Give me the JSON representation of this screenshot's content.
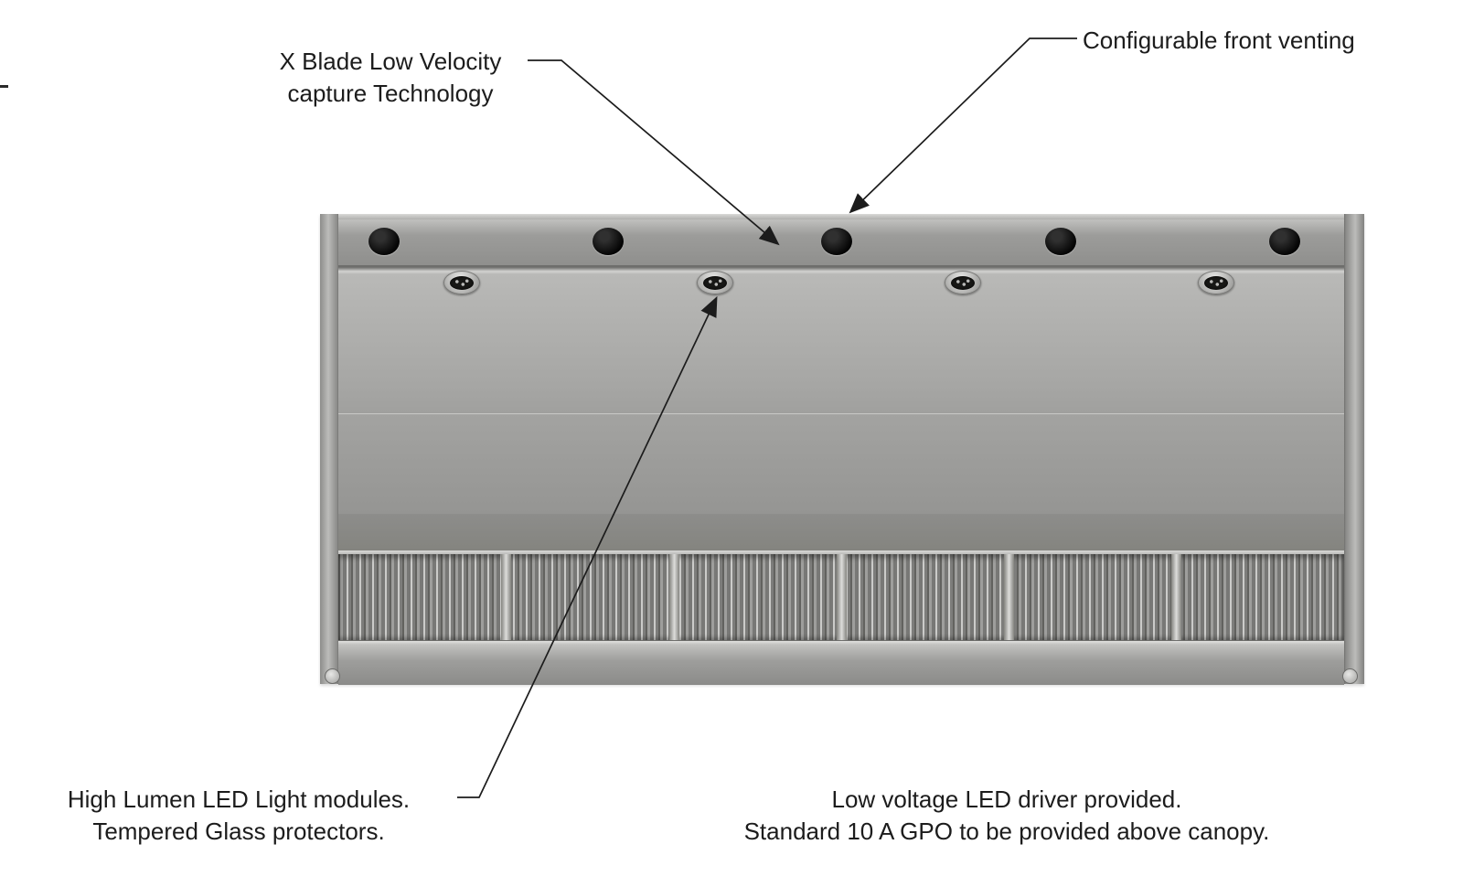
{
  "diagram": {
    "subject": "Commercial kitchen exhaust canopy - front elevation callout diagram",
    "vent_hole_count": 5,
    "led_light_count": 4,
    "colors": {
      "canopy_body": "#a8a8a6",
      "annotation_text": "#1c1c1c",
      "arrow": "#1c1c1c",
      "background": "#ffffff"
    }
  },
  "annotations": {
    "x_blade": {
      "line1": "X Blade Low Velocity",
      "line2": "capture Technology"
    },
    "front_venting": {
      "text": "Configurable front venting"
    },
    "led_modules": {
      "line1": "High Lumen LED Light modules.",
      "line2": "Tempered Glass protectors."
    },
    "led_driver": {
      "line1": "Low voltage LED driver provided.",
      "line2": "Standard 10 A GPO to be provided above canopy."
    }
  }
}
